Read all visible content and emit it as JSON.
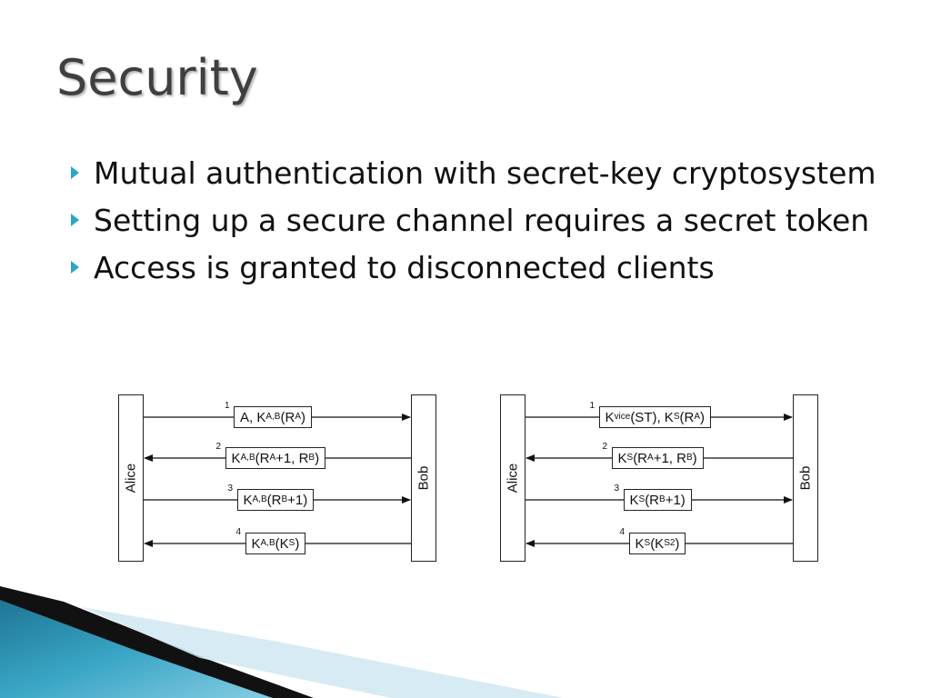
{
  "slide": {
    "title": "Security",
    "bullets": [
      "Mutual authentication with secret-key cryptosystem",
      "Setting up a secure channel requires a secret token",
      "Access is granted to disconnected clients"
    ]
  },
  "diagrams": [
    {
      "left_party": "Alice",
      "right_party": "Bob",
      "messages": [
        {
          "step": "1",
          "direction": "right",
          "parts": [
            "A, K",
            "A,B",
            "(R",
            "A",
            ")"
          ]
        },
        {
          "step": "2",
          "direction": "left",
          "parts": [
            "K",
            "A,B",
            "(R",
            "A",
            "+1, R",
            "B",
            ")"
          ]
        },
        {
          "step": "3",
          "direction": "right",
          "parts": [
            "K",
            "A,B",
            "(R",
            "B",
            "+1)"
          ]
        },
        {
          "step": "4",
          "direction": "left",
          "parts": [
            "K",
            "A,B",
            "(K",
            "S",
            ")"
          ]
        }
      ]
    },
    {
      "left_party": "Alice",
      "right_party": "Bob",
      "messages": [
        {
          "step": "1",
          "direction": "right",
          "parts": [
            "K",
            "vice",
            "(ST), K",
            "S",
            "(R",
            "A",
            ")"
          ]
        },
        {
          "step": "2",
          "direction": "left",
          "parts": [
            "K",
            "S",
            " (R",
            "A",
            "+1, R",
            "B",
            ")"
          ]
        },
        {
          "step": "3",
          "direction": "right",
          "parts": [
            "K",
            "S",
            " (R",
            "B",
            "+1)"
          ]
        },
        {
          "step": "4",
          "direction": "left",
          "parts": [
            "K",
            "S",
            " (K",
            "S2",
            ")"
          ]
        }
      ]
    }
  ]
}
